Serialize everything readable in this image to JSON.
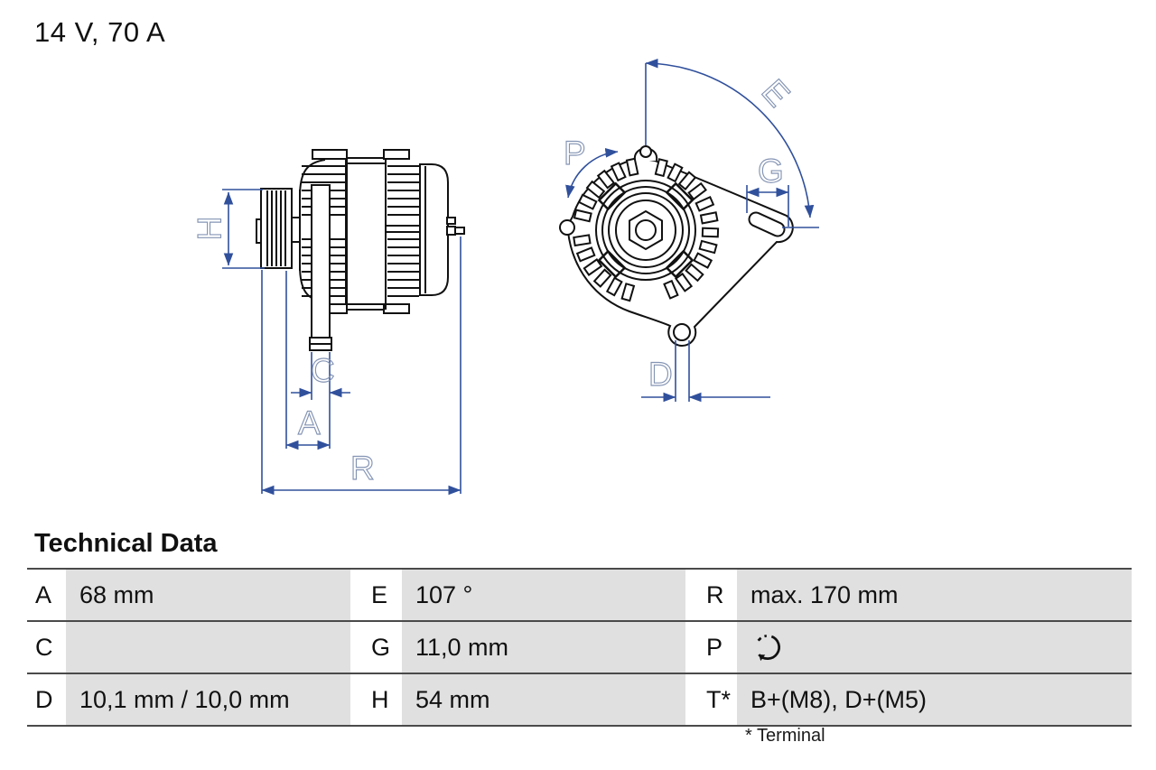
{
  "title": "14 V, 70 A",
  "diagram": {
    "dimension_labels": {
      "H": "H",
      "C": "C",
      "A": "A",
      "R": "R",
      "P": "P",
      "E": "E",
      "G": "G",
      "D": "D"
    },
    "colors": {
      "dimension_line": "#30509C",
      "dimension_label": "#8494B4",
      "drawing_line": "#111111"
    }
  },
  "table": {
    "heading": "Technical Data",
    "rows": [
      {
        "cells": [
          {
            "key": "A",
            "value": "68 mm"
          },
          {
            "key": "E",
            "value": "107 °"
          },
          {
            "key": "R",
            "value": "max. 170 mm"
          }
        ]
      },
      {
        "cells": [
          {
            "key": "C",
            "value": ""
          },
          {
            "key": "G",
            "value": "11,0 mm"
          },
          {
            "key": "P",
            "value": "",
            "icon": "clockwise-rotation-arrow"
          }
        ]
      },
      {
        "cells": [
          {
            "key": "D",
            "value": "10,1 mm / 10,0 mm"
          },
          {
            "key": "H",
            "value": "54 mm"
          },
          {
            "key": "T*",
            "value": "B+(M8), D+(M5)"
          }
        ]
      }
    ],
    "footnote": "* Terminal",
    "cell_background": "#E0E0E0",
    "rule_color": "#4A4A4A"
  }
}
